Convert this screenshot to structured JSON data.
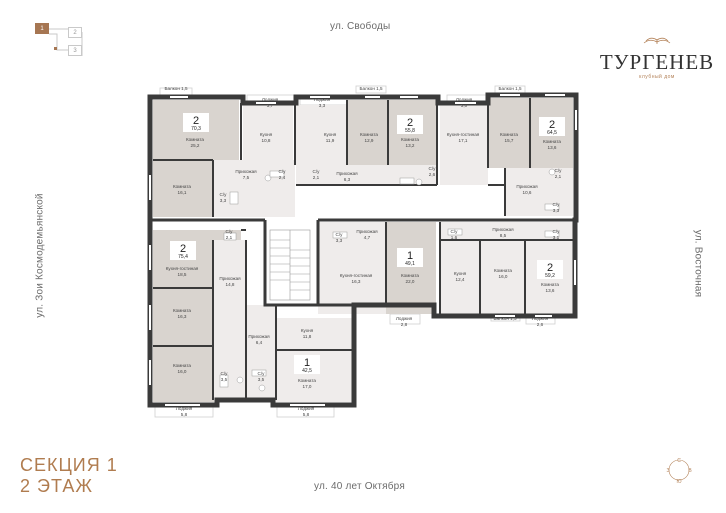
{
  "project": {
    "name": "ТУРГЕНЕВ",
    "subtitle": "клубный дом"
  },
  "section_nav": {
    "cells": [
      "1",
      "2",
      "3"
    ],
    "active": "1"
  },
  "section": {
    "line1": "СЕКЦИЯ 1",
    "line2": "2 ЭТАЖ"
  },
  "streets": {
    "top": "ул. Свободы",
    "bottom": "ул. 40 лет Октября",
    "left": "ул. Зои Космодемьянской",
    "right": "ул. Восточная"
  },
  "compass": {
    "north": "С",
    "east": "В",
    "south": "Ю",
    "west": "З"
  },
  "apartments": [
    {
      "id": "a1",
      "rooms": "2",
      "area": "70,3"
    },
    {
      "id": "a2",
      "rooms": "2",
      "area": "55,8"
    },
    {
      "id": "a3",
      "rooms": "2",
      "area": "64,5"
    },
    {
      "id": "a4",
      "rooms": "2",
      "area": "75,4"
    },
    {
      "id": "a5",
      "rooms": "1",
      "area": "49,1"
    },
    {
      "id": "a6",
      "rooms": "2",
      "area": "59,2"
    },
    {
      "id": "a7",
      "rooms": "1",
      "area": "42,5"
    }
  ],
  "rooms": [
    {
      "name": "Балкон 1,5",
      "area": ""
    },
    {
      "name": "Лоджия",
      "area": "3,7"
    },
    {
      "name": "Лоджия",
      "area": "3,3"
    },
    {
      "name": "Балкон 1,5",
      "area": ""
    },
    {
      "name": "Лоджия",
      "area": "3,0"
    },
    {
      "name": "Балкон 1,5",
      "area": ""
    },
    {
      "name": "Комната",
      "area": "25,2"
    },
    {
      "name": "Кухня",
      "area": "10,8"
    },
    {
      "name": "Кухня",
      "area": "11,9"
    },
    {
      "name": "Комната",
      "area": "12,9"
    },
    {
      "name": "Комната",
      "area": "13,2"
    },
    {
      "name": "Кухня-гостиная",
      "area": "17,1"
    },
    {
      "name": "Комната",
      "area": "15,7"
    },
    {
      "name": "Комната",
      "area": "13,6"
    },
    {
      "name": "Прихожая",
      "area": "7,5"
    },
    {
      "name": "С/у",
      "area": "2,4"
    },
    {
      "name": "С/у",
      "area": "2,1"
    },
    {
      "name": "Прихожая",
      "area": "6,3"
    },
    {
      "name": "С/у",
      "area": "2,6"
    },
    {
      "name": "Прихожая",
      "area": "10,6"
    },
    {
      "name": "С/у",
      "area": "2,1"
    },
    {
      "name": "Комната",
      "area": "16,1"
    },
    {
      "name": "С/у",
      "area": "3,3"
    },
    {
      "name": "С/у",
      "area": "3,3"
    },
    {
      "name": "С/у",
      "area": "2,1"
    },
    {
      "name": "Кухня-гостиная",
      "area": "18,5"
    },
    {
      "name": "С/у",
      "area": "3,3"
    },
    {
      "name": "Прихожая",
      "area": "4,7"
    },
    {
      "name": "Кухня-гостиная",
      "area": "16,3"
    },
    {
      "name": "Комната",
      "area": "22,0"
    },
    {
      "name": "С/у",
      "area": "1,6"
    },
    {
      "name": "Прихожая",
      "area": "8,5"
    },
    {
      "name": "С/у",
      "area": "3,1"
    },
    {
      "name": "Кухня",
      "area": "12,4"
    },
    {
      "name": "Комната",
      "area": "16,0"
    },
    {
      "name": "Комната",
      "area": "13,6"
    },
    {
      "name": "Прихожая",
      "area": "14,8"
    },
    {
      "name": "Комната",
      "area": "16,3"
    },
    {
      "name": "Комната",
      "area": "16,0"
    },
    {
      "name": "С/у",
      "area": "3,5"
    },
    {
      "name": "Прихожая",
      "area": "6,4"
    },
    {
      "name": "Кухня",
      "area": "11,8"
    },
    {
      "name": "С/у",
      "area": "3,5"
    },
    {
      "name": "Комната",
      "area": "17,0"
    },
    {
      "name": "Лоджия",
      "area": "2,8"
    },
    {
      "name": "Балкон 1,5",
      "area": ""
    },
    {
      "name": "Лоджия",
      "area": "2,6"
    },
    {
      "name": "Лоджия",
      "area": "5,8"
    },
    {
      "name": "Лоджия",
      "area": "5,8"
    }
  ],
  "colors": {
    "wall": "#3a3a3a",
    "room_dark": "#d9d4cf",
    "room_light": "#efeceb",
    "corridor": "#ffffff",
    "accent": "#a67652"
  }
}
